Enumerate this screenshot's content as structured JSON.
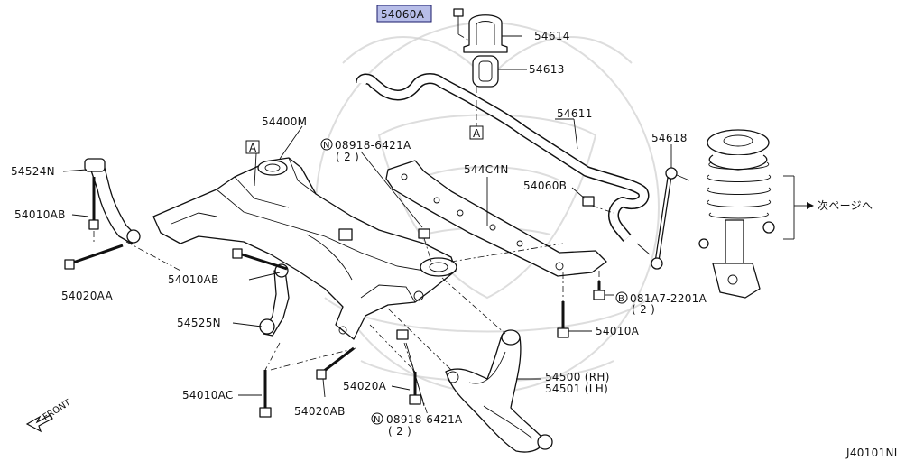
{
  "labels": {
    "p54060A": "54060A",
    "p54614": "54614",
    "p54613": "54613",
    "p54611": "54611",
    "p54618": "54618",
    "p54400M": "54400M",
    "p54524N": "54524N",
    "p54010AB_1": "54010AB",
    "p54020AA": "54020AA",
    "p54010AB_2": "54010AB",
    "p54525N": "54525N",
    "p54010AC": "54010AC",
    "p54020AB": "54020AB",
    "p54020A": "54020A",
    "p544C4N": "544C4N",
    "p54060B": "54060B",
    "p54010A": "54010A",
    "p54500": "54500 (RH)",
    "p54501": "54501 (LH)",
    "nut_top": "08918-6421A",
    "nut_top_qty": "( 2 )",
    "nut_bottom": "08918-6421A",
    "nut_bottom_qty": "( 2 )",
    "bolt_b": "081A7-2201A",
    "bolt_b_qty": "( 2 )",
    "next_page": "次ページへ",
    "front": "FRONT",
    "ref_a": "A",
    "symbol_n": "N",
    "symbol_b": "B",
    "diagram_code": "J40101NL"
  },
  "colors": {
    "highlight_fill": "#b7bde8",
    "highlight_border": "#1a1a6a",
    "ink": "#111111",
    "watermark": "#cfcfcf"
  }
}
